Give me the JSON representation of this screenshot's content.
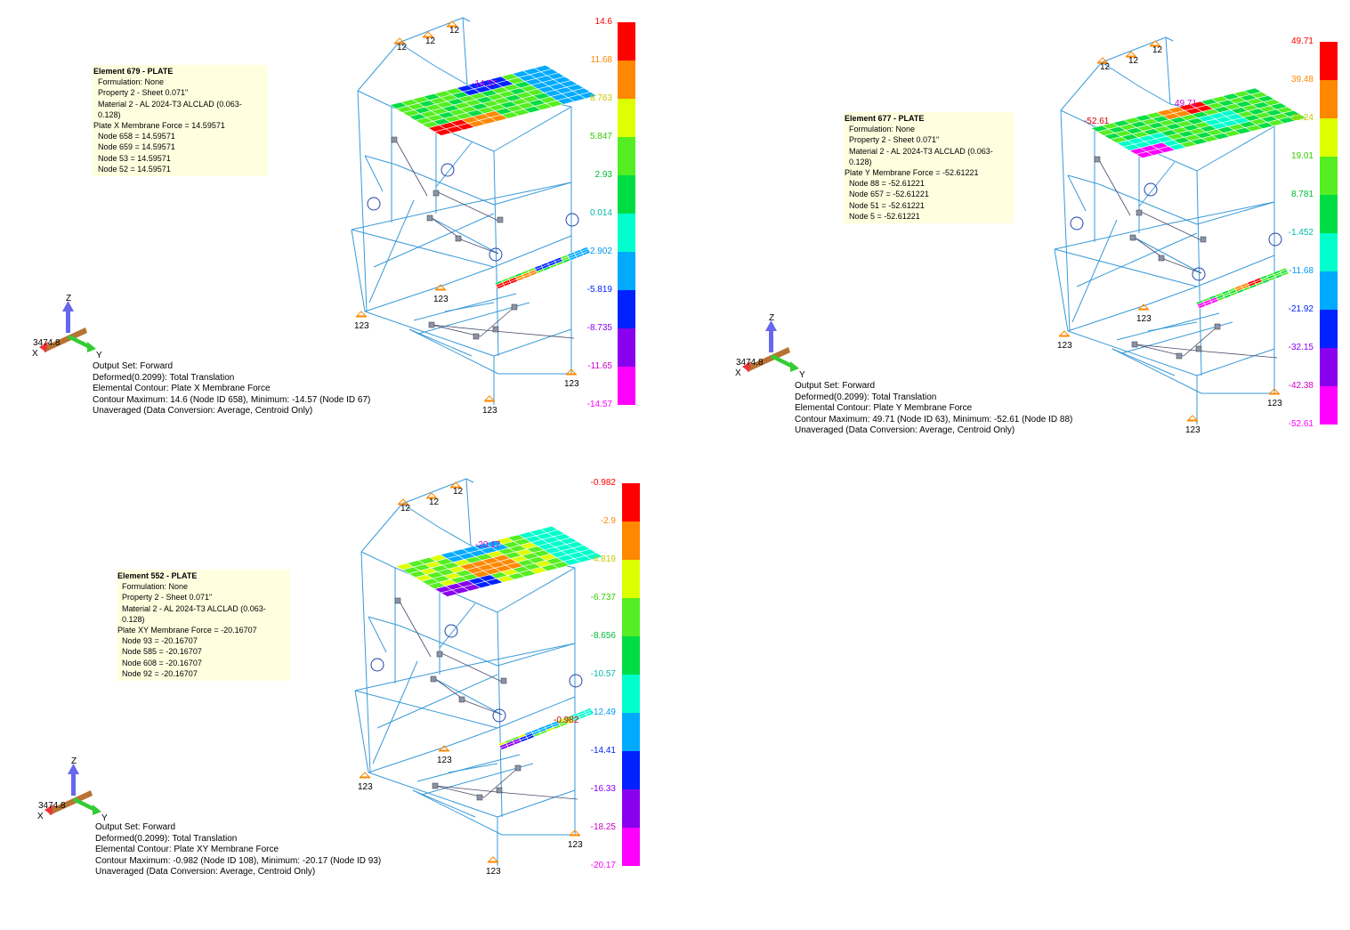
{
  "scale_colors": [
    "#ff0000",
    "#ff8800",
    "#ddff00",
    "#55ee22",
    "#00dd44",
    "#00ffcc",
    "#00aaff",
    "#0022ff",
    "#8800ee",
    "#ff00ff"
  ],
  "triad": {
    "z": "Z",
    "x": "X",
    "y": "Y",
    "scale_value": "3474.8"
  },
  "panels": [
    {
      "id": "p1",
      "info": {
        "title": "Element 679 - PLATE",
        "formulation": "Formulation: None",
        "property": "Property 2 - Sheet 0.071\"",
        "material": "Material 2 - AL 2024-T3 ALCLAD (0.063-0.128)",
        "force": "Plate X Membrane Force = 14.59571",
        "nodes": [
          "Node 658 = 14.59571",
          "Node 659 = 14.59571",
          "Node 53 = 14.59571",
          "Node 52 = 14.59571"
        ]
      },
      "output": {
        "set": "Output Set: Forward",
        "deformed": "Deformed(0.2099): Total Translation",
        "contour_type": "Elemental Contour: Plate X Membrane Force",
        "contour_range": "Contour Maximum: 14.6 (Node ID 658), Minimum: -14.57 (Node ID 67)",
        "averaging": "Unaveraged (Data Conversion: Average, Centroid Only)"
      },
      "scale_labels": [
        "14.6",
        "11.68",
        "8.763",
        "5.847",
        "2.93",
        "0.014",
        "-2.902",
        "-5.819",
        "-8.735",
        "-11.65",
        "-14.57"
      ],
      "scale_label_colors": [
        "#ff0000",
        "#ff8800",
        "#c8c800",
        "#33cc00",
        "#00bb33",
        "#00bbaa",
        "#0099ee",
        "#0022ff",
        "#8800ee",
        "#cc00cc",
        "#ff00ff"
      ],
      "plate_marker": "-14.57",
      "support_top": [
        "12",
        "12",
        "12"
      ],
      "support_bottom": [
        "123",
        "123",
        "123",
        "123"
      ]
    },
    {
      "id": "p2",
      "info": {
        "title": "Element 677 - PLATE",
        "formulation": "Formulation: None",
        "property": "Property 2 - Sheet 0.071\"",
        "material": "Material 2 - AL 2024-T3 ALCLAD (0.063-0.128)",
        "force": "Plate Y Membrane Force = -52.61221",
        "nodes": [
          "Node 88 = -52.61221",
          "Node 657 = -52.61221",
          "Node 51 = -52.61221",
          "Node 5 = -52.61221"
        ]
      },
      "output": {
        "set": "Output Set: Forward",
        "deformed": "Deformed(0.2099): Total Translation",
        "contour_type": "Elemental Contour: Plate Y Membrane Force",
        "contour_range": "Contour Maximum: 49.71 (Node ID 63), Minimum: -52.61 (Node ID 88)",
        "averaging": "Unaveraged (Data Conversion: Average, Centroid Only)"
      },
      "scale_labels": [
        "49.71",
        "39.48",
        "29.24",
        "19.01",
        "8.781",
        "-1.452",
        "-11.68",
        "-21.92",
        "-32.15",
        "-42.38",
        "-52.61"
      ],
      "scale_label_colors": [
        "#ff0000",
        "#ff8800",
        "#c8c800",
        "#33cc00",
        "#00bb33",
        "#00bbaa",
        "#0099ee",
        "#0022ff",
        "#8800ee",
        "#cc00cc",
        "#ff00ff"
      ],
      "plate_marker": "49.71",
      "plate_marker2": "-52.61",
      "support_top": [
        "12",
        "12",
        "12"
      ],
      "support_bottom": [
        "123",
        "123",
        "123",
        "123"
      ]
    },
    {
      "id": "p3",
      "info": {
        "title": "Element 552 - PLATE",
        "formulation": "Formulation: None",
        "property": "Property 2 - Sheet 0.071\"",
        "material": "Material 2 - AL 2024-T3 ALCLAD (0.063-0.128)",
        "force": "Plate XY Membrane Force = -20.16707",
        "nodes": [
          "Node 93 = -20.16707",
          "Node 585 = -20.16707",
          "Node 608 = -20.16707",
          "Node 92 = -20.16707"
        ]
      },
      "output": {
        "set": "Output Set: Forward",
        "deformed": "Deformed(0.2099): Total Translation",
        "contour_type": "Elemental Contour: Plate XY Membrane Force",
        "contour_range": "Contour Maximum: -0.982 (Node ID 108), Minimum: -20.17 (Node ID 93)",
        "averaging": "Unaveraged (Data Conversion: Average, Centroid Only)"
      },
      "scale_labels": [
        "-0.982",
        "-2.9",
        "-4.819",
        "-6.737",
        "-8.656",
        "-10.57",
        "-12.49",
        "-14.41",
        "-16.33",
        "-18.25",
        "-20.17"
      ],
      "scale_label_colors": [
        "#ff0000",
        "#ff8800",
        "#c8c800",
        "#33cc00",
        "#00bb33",
        "#00bbaa",
        "#0099ee",
        "#0022ff",
        "#8800ee",
        "#cc00cc",
        "#ff00ff"
      ],
      "plate_marker": "-20.17",
      "plate_marker2": "-0.982",
      "support_top": [
        "12",
        "12",
        "12"
      ],
      "support_bottom": [
        "123",
        "123",
        "123",
        "123"
      ]
    }
  ]
}
